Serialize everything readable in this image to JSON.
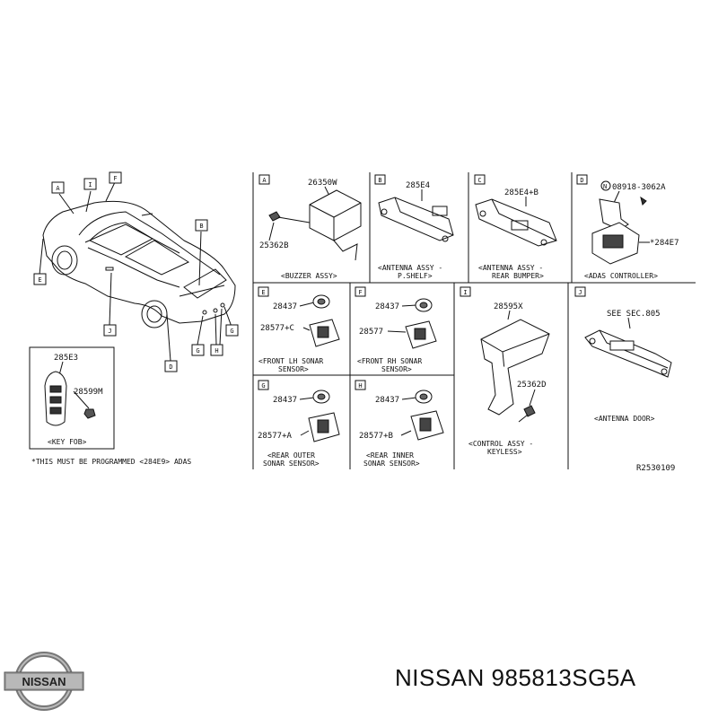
{
  "overview": {
    "callouts": [
      "A",
      "I",
      "F",
      "B",
      "E",
      "J",
      "D",
      "G",
      "H",
      "G"
    ]
  },
  "panels": {
    "A": {
      "letter": "A",
      "parts": [
        "26350W",
        "25362B"
      ],
      "caption": [
        "<BUZZER ASSY>"
      ]
    },
    "B": {
      "letter": "B",
      "parts": [
        "285E4"
      ],
      "caption": [
        "<ANTENNA ASSY -",
        "P.SHELF>"
      ]
    },
    "C": {
      "letter": "C",
      "parts": [
        "285E4+B"
      ],
      "caption": [
        "<ANTENNA ASSY -",
        "REAR BUMPER>"
      ]
    },
    "D": {
      "letter": "D",
      "parts": [
        "08918-3062A",
        "*284E7"
      ],
      "caption": [
        "<ADAS CONTROLLER>"
      ]
    },
    "E": {
      "letter": "E",
      "parts": [
        "28437",
        "28577+C"
      ],
      "caption": [
        "<FRONT LH SONAR",
        "SENSOR>"
      ]
    },
    "F": {
      "letter": "F",
      "parts": [
        "28437",
        "28577"
      ],
      "caption": [
        "<FRONT RH SONAR",
        "SENSOR>"
      ]
    },
    "G": {
      "letter": "G",
      "parts": [
        "28437",
        "28577+A"
      ],
      "caption": [
        "<REAR OUTER",
        "SONAR SENSOR>"
      ]
    },
    "H": {
      "letter": "H",
      "parts": [
        "28437",
        "28577+B"
      ],
      "caption": [
        "<REAR INNER",
        "SONAR SENSOR>"
      ]
    },
    "I": {
      "letter": "I",
      "parts": [
        "28595X",
        "25362D"
      ],
      "caption": [
        "<CONTROL ASSY -",
        "KEYLESS>"
      ]
    },
    "J": {
      "letter": "J",
      "parts": [
        "SEE SEC.805"
      ],
      "caption": [
        "<ANTENNA DOOR>"
      ]
    }
  },
  "keyfob": {
    "parts": [
      "285E3",
      "28599M"
    ],
    "caption": "<KEY FOB>"
  },
  "footnote": "*THIS MUST BE PROGRAMMED <284E9> ADAS",
  "diagram_id": "R2530109",
  "brand": {
    "logo_text": "NISSAN",
    "part_text": "NISSAN 985813SG5A"
  }
}
